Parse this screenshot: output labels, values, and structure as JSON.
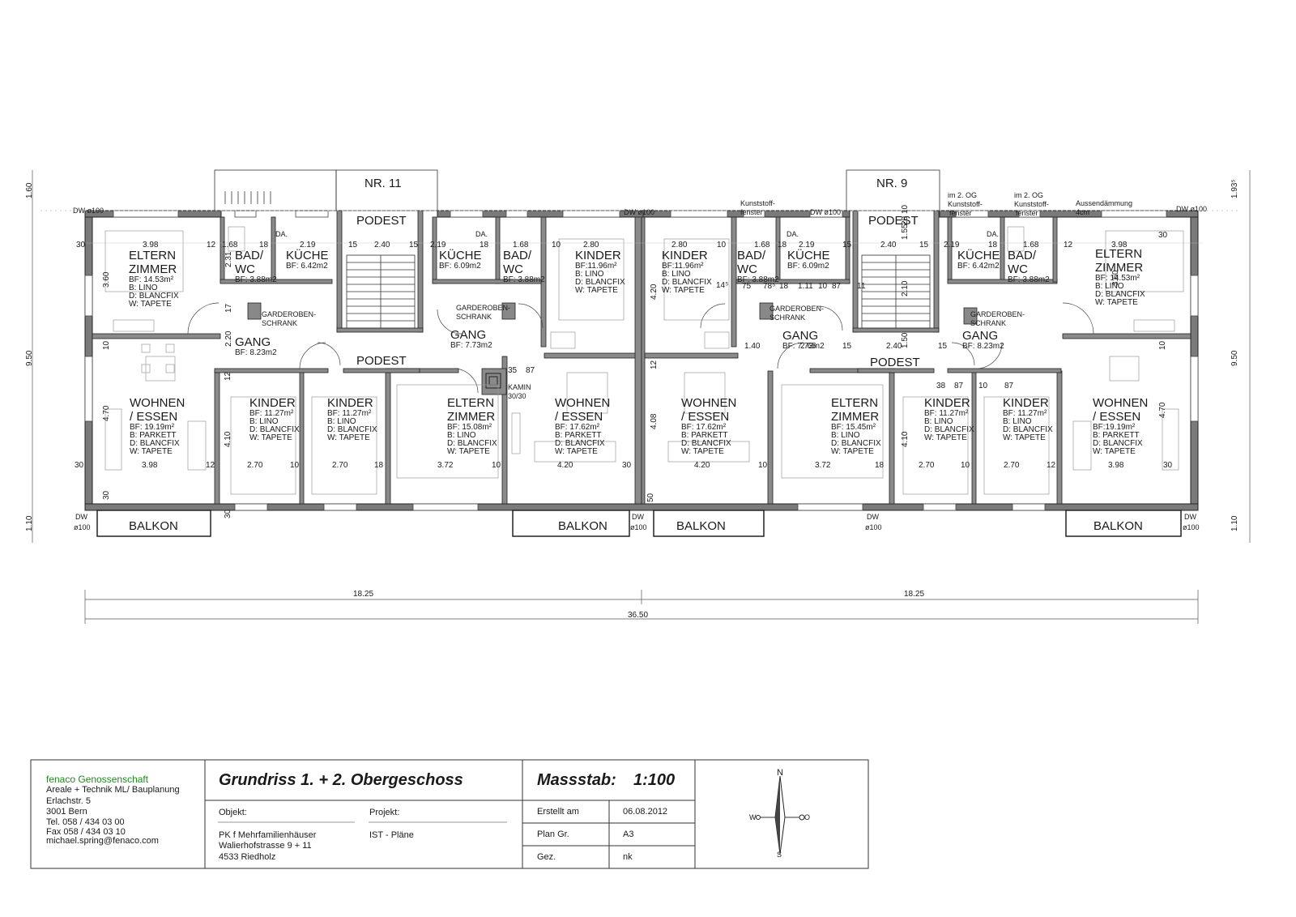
{
  "plan": {
    "house_left": "NR. 11",
    "house_right": "NR. 9",
    "podest": "PODEST",
    "balkon": "BALKON",
    "dw": "DW ø100",
    "dw_word": "DW",
    "dw_size": "ø100",
    "annotations": {
      "kunststoff": [
        "Kunststoff-",
        "fenster"
      ],
      "og_kunststoff": [
        "im 2. OG",
        "Kunststoff-",
        "fenster"
      ],
      "aussendaemmung": [
        "Aussendämmung",
        "4cm"
      ],
      "kamin": [
        "KAMIN",
        "30/30"
      ],
      "da": "DA.",
      "garderobe": [
        "GARDEROBEN-",
        "SCHRANK"
      ]
    },
    "rooms": {
      "eltern_l": {
        "name": [
          "ELTERN",
          "ZIMMER"
        ],
        "specs": [
          "BF: 14.53m²",
          "B: LINO",
          "D: BLANCFIX",
          "W: TAPETE"
        ]
      },
      "bad_l": {
        "name": [
          "BAD/",
          "WC"
        ],
        "specs": [
          "BF: 3.88m2"
        ]
      },
      "kuche_l": {
        "name": [
          "KÜCHE"
        ],
        "specs": [
          "BF: 6.42m2"
        ]
      },
      "gang_l": {
        "name": [
          "GANG"
        ],
        "specs": [
          "BF: 8.23m2"
        ]
      },
      "kuche_l2": {
        "name": [
          "KÜCHE"
        ],
        "specs": [
          "BF: 6.09m2"
        ]
      },
      "bad_l2": {
        "name": [
          "BAD/",
          "WC"
        ],
        "specs": [
          "BF: 3.88m2"
        ]
      },
      "kinder_l3": {
        "name": [
          "KINDER"
        ],
        "specs": [
          "BF:11.96m²",
          "B: LINO",
          "D: BLANCFIX",
          "W: TAPETE"
        ]
      },
      "gang_l2": {
        "name": [
          "GANG"
        ],
        "specs": [
          "BF: 7.73m2"
        ]
      },
      "wohnen_l": {
        "name": [
          "WOHNEN",
          "/ ESSEN"
        ],
        "specs": [
          "BF: 19.19m²",
          "B: PARKETT",
          "D: BLANCFIX",
          "W: TAPETE"
        ]
      },
      "kinder_l1": {
        "name": [
          "KINDER"
        ],
        "specs": [
          "BF: 11.27m²",
          "B: LINO",
          "D: BLANCFIX",
          "W: TAPETE"
        ]
      },
      "kinder_l2": {
        "name": [
          "KINDER"
        ],
        "specs": [
          "BF: 11.27m²",
          "B: LINO",
          "D: BLANCFIX",
          "W: TAPETE"
        ]
      },
      "eltern_l2": {
        "name": [
          "ELTERN",
          "ZIMMER"
        ],
        "specs": [
          "BF: 15.08m²",
          "B: LINO",
          "D: BLANCFIX",
          "W: TAPETE"
        ]
      },
      "wohnen_l2": {
        "name": [
          "WOHNEN",
          "/ ESSEN"
        ],
        "specs": [
          "BF: 17.62m²",
          "B: PARKETT",
          "D: BLANCFIX",
          "W: TAPETE"
        ]
      },
      "kinder_r3": {
        "name": [
          "KINDER"
        ],
        "specs": [
          "BF:11.96m²",
          "B: LINO",
          "D: BLANCFIX",
          "W: TAPETE"
        ]
      },
      "bad_r2": {
        "name": [
          "BAD/",
          "WC"
        ],
        "specs": [
          "BF: 3.88m2"
        ]
      },
      "kuche_r2": {
        "name": [
          "KÜCHE"
        ],
        "specs": [
          "BF: 6.09m2"
        ]
      },
      "gang_r2": {
        "name": [
          "GANG"
        ],
        "specs": [
          "BF: 7.73m2"
        ]
      },
      "kuche_r": {
        "name": [
          "KÜCHE"
        ],
        "specs": [
          "BF: 6.42m2"
        ]
      },
      "bad_r": {
        "name": [
          "BAD/",
          "WC"
        ],
        "specs": [
          "BF: 3.88m2"
        ]
      },
      "eltern_r": {
        "name": [
          "ELTERN",
          "ZIMMER"
        ],
        "specs": [
          "BF: 14.53m²",
          "B: LINO",
          "D: BLANCFIX",
          "W: TAPETE"
        ]
      },
      "gang_r": {
        "name": [
          "GANG"
        ],
        "specs": [
          "BF: 8.23m2"
        ]
      },
      "wohnen_r2": {
        "name": [
          "WOHNEN",
          "/ ESSEN"
        ],
        "specs": [
          "BF: 17.62m²",
          "B: PARKETT",
          "D: BLANCFIX",
          "W: TAPETE"
        ]
      },
      "eltern_r2": {
        "name": [
          "ELTERN",
          "ZIMMER"
        ],
        "specs": [
          "BF: 15.45m²",
          "B: LINO",
          "D: BLANCFIX",
          "W: TAPETE"
        ]
      },
      "kinder_r2": {
        "name": [
          "KINDER"
        ],
        "specs": [
          "BF: 11.27m²",
          "B: LINO",
          "D: BLANCFIX",
          "W: TAPETE"
        ]
      },
      "kinder_r1": {
        "name": [
          "KINDER"
        ],
        "specs": [
          "BF: 11.27m²",
          "B: LINO",
          "D: BLANCFIX",
          "W: TAPETE"
        ]
      },
      "wohnen_r": {
        "name": [
          "WOHNEN",
          "/ ESSEN"
        ],
        "specs": [
          "BF:19.19m²",
          "B: PARKETT",
          "D: BLANCFIX",
          "W: TAPETE"
        ]
      }
    },
    "dims": {
      "total": "36.50",
      "half": "18.25",
      "depth": "9.50",
      "top_left": "1.60",
      "top_right": "1.93⁵",
      "bottom": "1.10",
      "top_row": [
        "30",
        "3.98",
        "12",
        "1.68",
        "18",
        "2.19",
        "15",
        "2.40",
        "15",
        "2.19",
        "18",
        "1.68",
        "10",
        "2.80",
        "2.80",
        "10",
        "1.68",
        "18",
        "2.19",
        "15",
        "2.40",
        "15",
        "2.19",
        "18",
        "1.68",
        "12",
        "3.98",
        "30"
      ],
      "bottom_row": [
        "30",
        "3.98",
        "12",
        "2.70",
        "10",
        "2.70",
        "18",
        "3.72",
        "10",
        "4.20",
        "30",
        "4.20",
        "10",
        "3.72",
        "18",
        "2.70",
        "10",
        "2.70",
        "12",
        "3.98",
        "30"
      ],
      "misc": [
        "3.60",
        "4.70",
        "2.31",
        "2.20",
        "17",
        "10",
        "12",
        "4.10",
        "4.20",
        "4.08",
        "12",
        "1.55",
        "2.10",
        "1.50",
        "20",
        "10",
        "3.60",
        "4.70",
        "10",
        "30",
        "30",
        "50",
        "4.10",
        "1.40",
        "2.65",
        "15",
        "2.40",
        "15",
        "38",
        "87",
        "10",
        "87",
        "35",
        "87",
        "14⁵",
        "75",
        "78⁵",
        "18",
        "1.11",
        "10",
        "87",
        "11"
      ]
    }
  },
  "title_block": {
    "company": "fenaco Genossenschaft",
    "company_lines": [
      "Areale + Technik ML/ Bauplanung",
      "Erlachstr. 5",
      "3001 Bern",
      "Tel. 058 / 434 03 00",
      "Fax 058 / 434 03 10",
      "michael.spring@fenaco.com"
    ],
    "title": "Grundriss 1. + 2. Obergeschoss",
    "scale_label": "Massstab:",
    "scale_value": "1:100",
    "objekt_label": "Objekt:",
    "objekt_lines": [
      "PK f Mehrfamilienhäuser",
      "Walierhofstrasse 9 + 11",
      "4533 Riedholz"
    ],
    "projekt_label": "Projekt:",
    "projekt_value": "IST - Pläne",
    "rows": [
      {
        "label": "Erstellt am",
        "value": "06.08.2012"
      },
      {
        "label": "Plan Gr.",
        "value": "A3"
      },
      {
        "label": "Gez.",
        "value": "nk"
      }
    ],
    "compass": {
      "n": "N",
      "s": "S",
      "w": "W",
      "o": "O"
    }
  }
}
